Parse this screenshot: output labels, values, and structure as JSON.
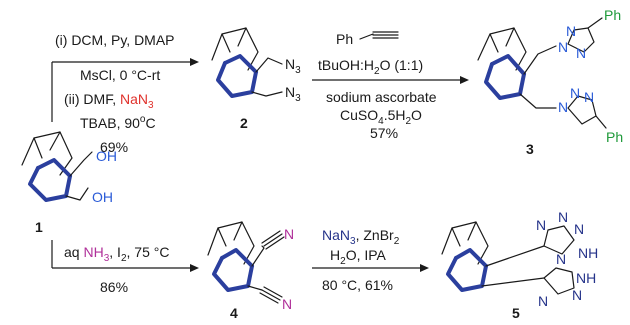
{
  "compounds": {
    "c1": {
      "label": "1",
      "oh1": "OH",
      "oh2": "OH"
    },
    "c2": {
      "label": "2",
      "n3a": "N",
      "n3a_sub": "3",
      "n3b": "N",
      "n3b_sub": "3"
    },
    "c3": {
      "label": "3",
      "ph1": "Ph",
      "ph2": "Ph",
      "n_labels": [
        "N",
        "N",
        "N",
        "N",
        "N",
        "N"
      ]
    },
    "c4": {
      "label": "4",
      "cn1": "N",
      "cn2": "N"
    },
    "c5": {
      "label": "5",
      "n_labels": [
        "N",
        "N",
        "N",
        "N",
        "N",
        "N"
      ],
      "nh1": "NH",
      "nh2": "NH",
      "h": "H"
    }
  },
  "step1": {
    "line1_a": "(i) DCM, Py, DMAP",
    "line2": "MsCl, 0 °C-rt",
    "line3_a": "(ii) DMF, ",
    "line3_b": "NaN",
    "line3_sub": "3",
    "line4": "TBAB, 90",
    "line4_sup": "o",
    "line4_c": "C",
    "yield": "69%"
  },
  "step2": {
    "reagent": "Ph",
    "line1": "tBuOH:H",
    "line1_sub": "2",
    "line1_end": "O (1:1)",
    "line2": "sodium ascorbate",
    "line3": "CuSO",
    "line3_sub": "4",
    "line3_end": ".5H",
    "line3_sub2": "2",
    "line3_end2": "O",
    "yield": "57%"
  },
  "step3": {
    "line1_a": "aq ",
    "line1_b": "NH",
    "line1_sub": "3",
    "line1_c": ", I",
    "line1_sub2": "2",
    "line1_d": ", 75 °C",
    "yield": "86%"
  },
  "step4": {
    "line1_a": "NaN",
    "line1_sub": "3",
    "line1_b": ", ZnBr",
    "line1_sub2": "2",
    "line2_a": "H",
    "line2_sub": "2",
    "line2_b": "O, IPA",
    "line3": "80 °C, 61%"
  }
}
